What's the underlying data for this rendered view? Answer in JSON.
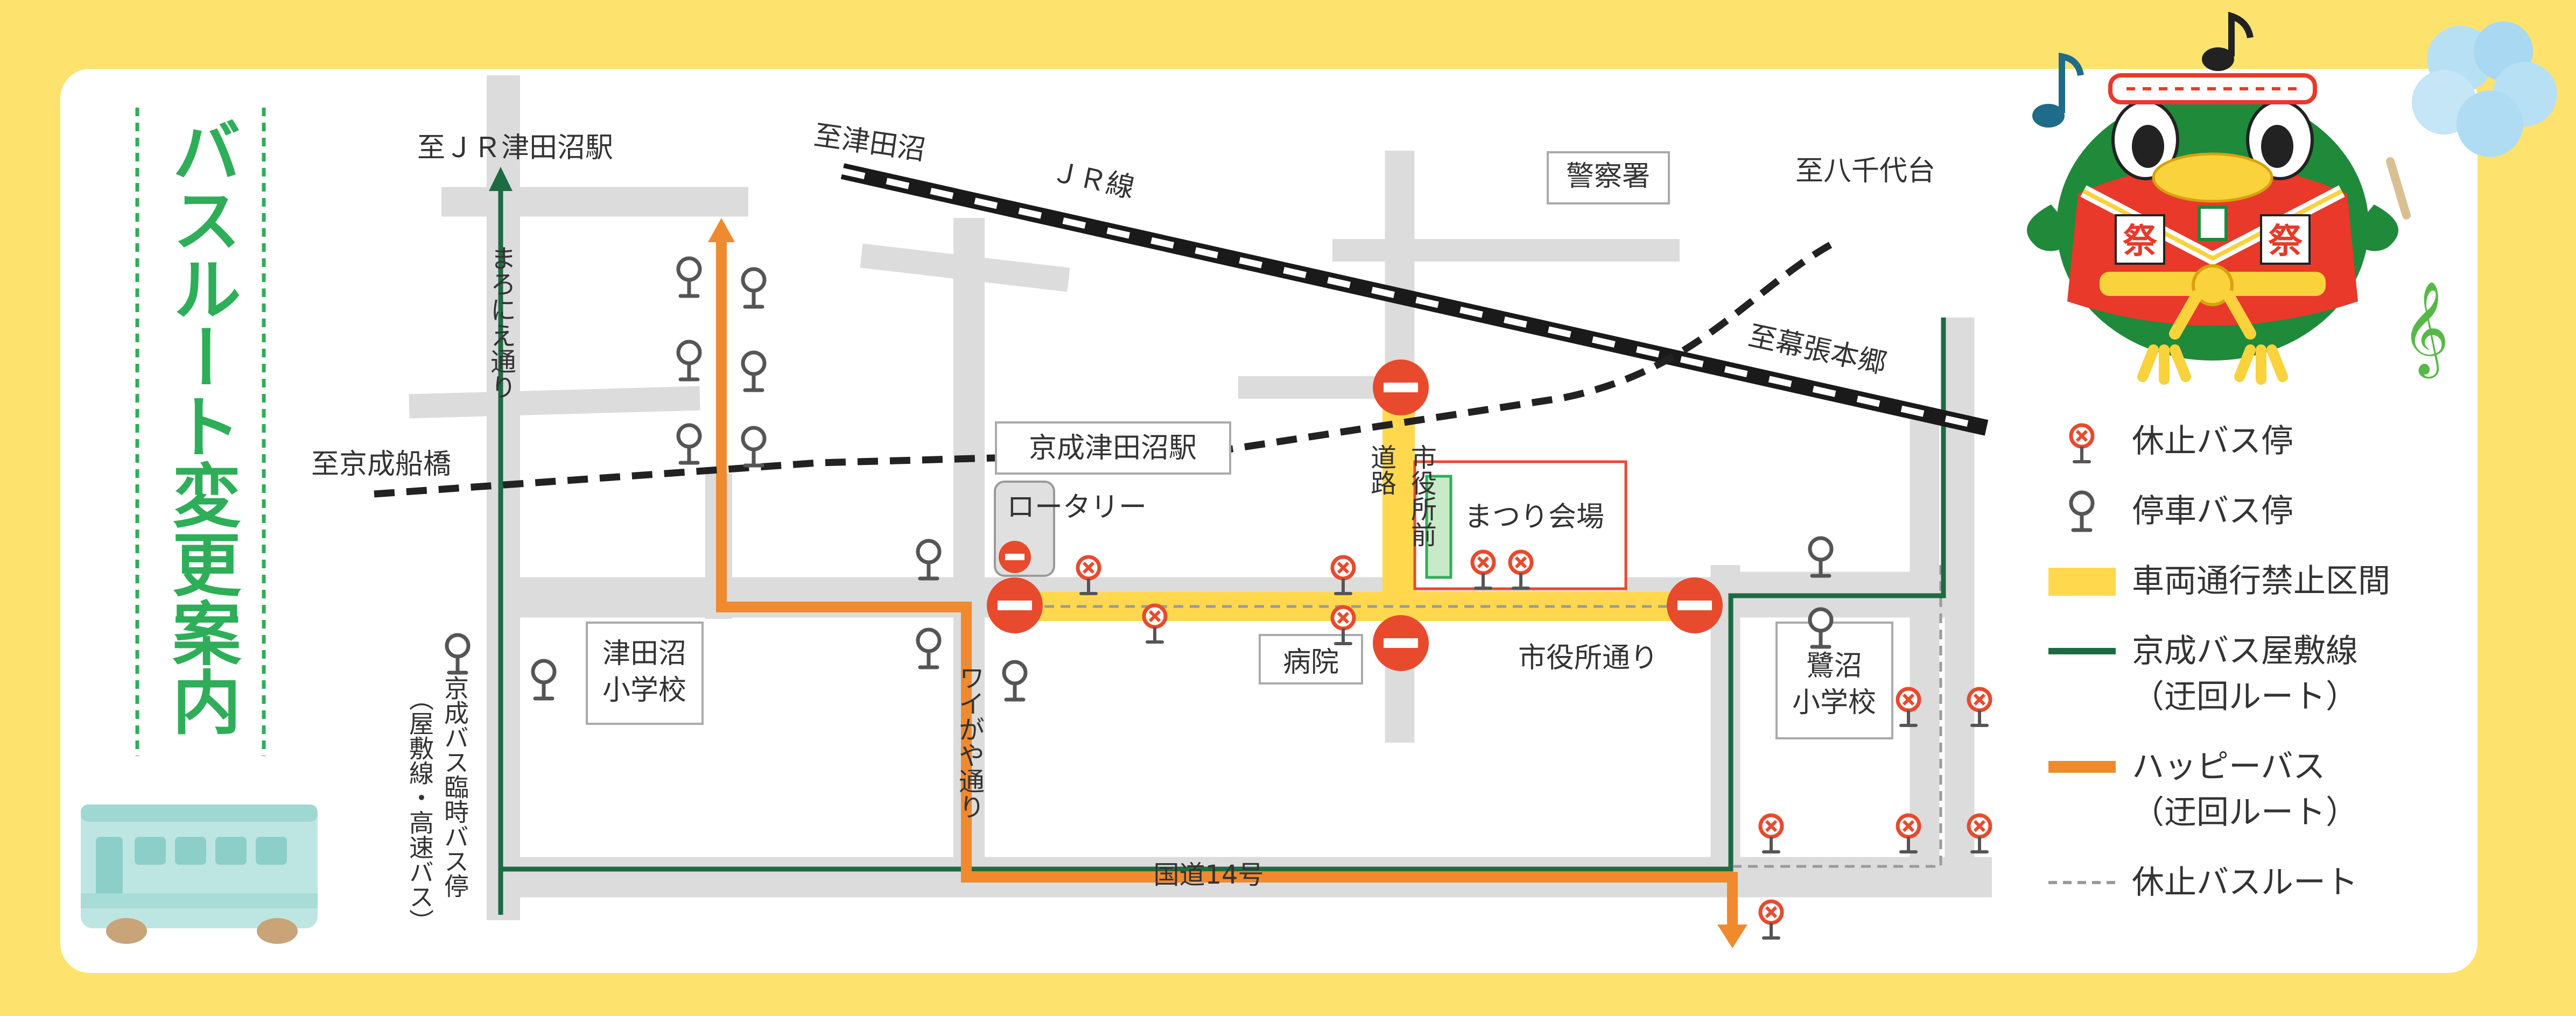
{
  "title": "バスルート変更案内",
  "places": {
    "jr_tsudanuma_station": "至ＪＲ津田沼駅",
    "tsudanuma": "至津田沼",
    "jr_line": "ＪＲ線",
    "police": "警察署",
    "yachiyodai": "至八千代台",
    "makuhari_hongo": "至幕張本郷",
    "keisei_funabashi": "至京成船橋",
    "keisei_tsudanuma_station": "京成津田沼駅",
    "rotary": "ロータリー",
    "festival_venue": "まつり会場",
    "city_hall_front_road": "市役所前道路",
    "hospital": "病院",
    "city_hall_street": "市役所通り",
    "tsudanuma_school": "津田沼小学校",
    "saginuma_school": "鷺沼小学校",
    "waigaya_street": "ワイがや通り",
    "route14": "国道14号",
    "maronie_street": "まろにえ通り",
    "temporary_stop_note": "京成バス臨時バス停（屋敷線・高速バス）"
  },
  "legend": {
    "suspended_stop": "休止バス停",
    "active_stop": "停車バス停",
    "no_traffic": "車両通行禁止区間",
    "keisei_line": "京成バス屋敷線",
    "keisei_line_sub": "（迂回ルート）",
    "happy_bus": "ハッピーバス",
    "happy_bus_sub": "（迂回ルート）",
    "suspended_route": "休止バスルート"
  },
  "mascot": {
    "badge_left": "祭",
    "badge_right": "祭",
    "music_note_icons": [
      "music-note-icon",
      "music-note-icon",
      "treble-clef-icon"
    ]
  },
  "colors": {
    "background": "#FDE36E",
    "panel": "#FFFFFF",
    "road": "#DCDCDC",
    "title_green": "#2EAE58",
    "keisei_green": "#1D6B42",
    "happy_orange": "#F08A2E",
    "no_traffic_yellow": "#FFD84D",
    "no_entry_red": "#E84A2E",
    "stop_red": "#E84A2E",
    "venue_border": "#E84A2E"
  }
}
